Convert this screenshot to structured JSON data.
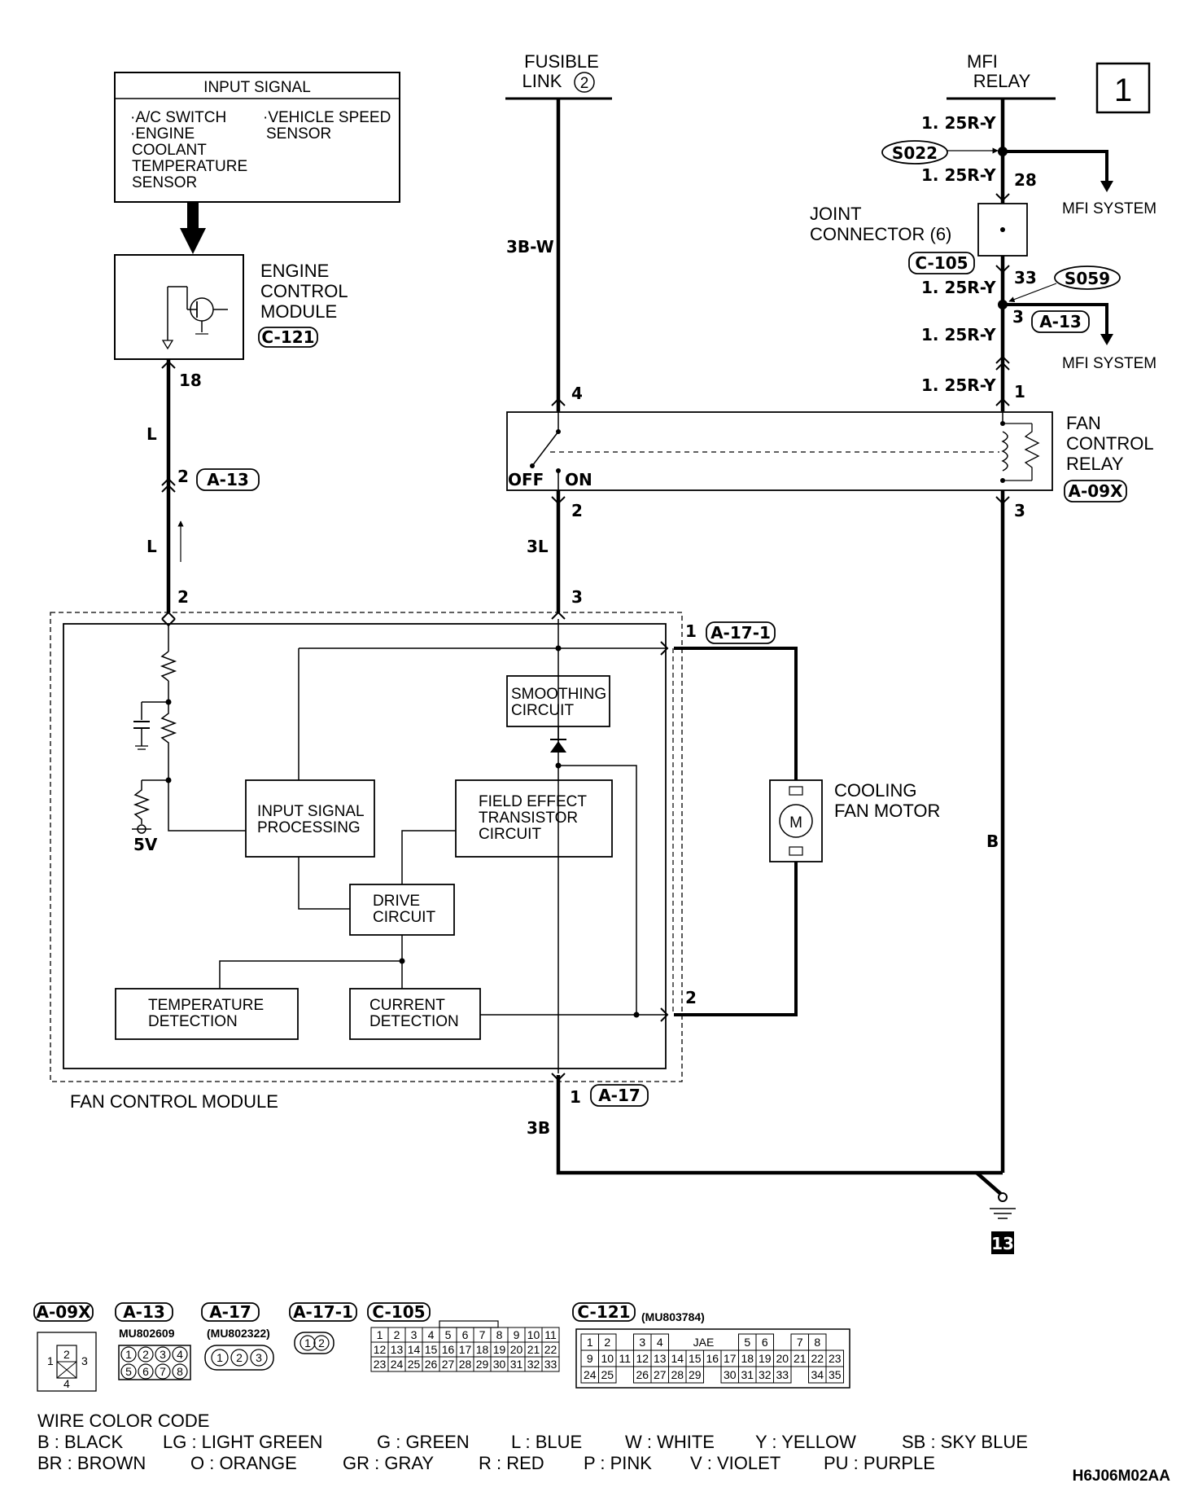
{
  "page_number": "1",
  "figure_code": "H6J06M02AA",
  "input_signal": {
    "title": "INPUT SIGNAL",
    "left_items": [
      "·A/C SWITCH",
      "·ENGINE",
      "COOLANT",
      "TEMPERATURE",
      "SENSOR"
    ],
    "right_items": [
      "·VEHICLE SPEED",
      "SENSOR"
    ]
  },
  "ecm": {
    "label_lines": [
      "ENGINE",
      "CONTROL",
      "MODULE"
    ],
    "connector": "C-121",
    "pin": "18"
  },
  "fusible_link": {
    "label_lines": [
      "FUSIBLE",
      "LINK"
    ],
    "number": "2"
  },
  "mfi_relay": {
    "label_lines": [
      "MFI",
      "RELAY"
    ],
    "wire_top": "1. 25R-Y",
    "splice_1": "S022",
    "wire_2": "1. 25R-Y",
    "pin_28": "28",
    "mfi_system_1": "MFI SYSTEM",
    "joint_lines": [
      "JOINT",
      "CONNECTOR (6)"
    ],
    "joint_connector": "C-105",
    "pin_33": "33",
    "splice_2": "S059",
    "wire_3": "1. 25R-Y",
    "pin_3": "3",
    "conn_a13": "A-13",
    "wire_4": "1. 25R-Y",
    "mfi_system_2": "MFI SYSTEM",
    "wire_5": "1. 25R-Y",
    "pin_1": "1"
  },
  "left_wire": {
    "color_1": "L",
    "pin_2": "2",
    "conn": "A-13",
    "color_2": "L",
    "pin_2b": "2"
  },
  "center_wire": {
    "color_top": "3B-W",
    "pin_4": "4",
    "off": "OFF",
    "on": "ON",
    "pin_2": "2",
    "color_mid": "3L",
    "pin_3": "3",
    "pin_1": "1",
    "conn_a17": "A-17",
    "color_bottom": "3B"
  },
  "fan_control_relay": {
    "label_lines": [
      "FAN",
      "CONTROL",
      "RELAY"
    ],
    "connector": "A-09X",
    "pin_3": "3",
    "wire_color": "B"
  },
  "ground_number": "13",
  "fan_control_module": {
    "label": "FAN CONTROL MODULE",
    "five_v": "5V",
    "blocks": {
      "smoothing": [
        "SMOOTHING",
        "CIRCUIT"
      ],
      "input_signal_processing": [
        "INPUT SIGNAL",
        "PROCESSING"
      ],
      "fet": [
        "FIELD EFFECT",
        "TRANSISTOR",
        "CIRCUIT"
      ],
      "drive": [
        "DRIVE",
        "CIRCUIT"
      ],
      "temperature": [
        "TEMPERATURE",
        "DETECTION"
      ],
      "current": [
        "CURRENT",
        "DETECTION"
      ]
    },
    "out_pin_1": "1",
    "out_conn": "A-17-1",
    "out_pin_2": "2"
  },
  "cooling_fan_motor": {
    "label_lines": [
      "COOLING",
      "FAN MOTOR"
    ],
    "symbol": "M"
  },
  "connectors_legend": {
    "a09x": {
      "name": "A-09X",
      "pins": [
        "1",
        "2",
        "3",
        "4"
      ]
    },
    "a13": {
      "name": "A-13",
      "part": "MU802609",
      "pins": [
        "1",
        "2",
        "3",
        "4",
        "5",
        "6",
        "7",
        "8"
      ]
    },
    "a17": {
      "name": "A-17",
      "part": "(MU802322)",
      "pins": [
        "1",
        "2",
        "3"
      ]
    },
    "a171": {
      "name": "A-17-1",
      "pins": [
        "1",
        "2"
      ]
    },
    "c105": {
      "name": "C-105",
      "rows": [
        [
          "1",
          "2",
          "3",
          "4",
          "5",
          "6",
          "7",
          "8",
          "9",
          "10",
          "11"
        ],
        [
          "12",
          "13",
          "14",
          "15",
          "16",
          "17",
          "18",
          "19",
          "20",
          "21",
          "22"
        ],
        [
          "23",
          "24",
          "25",
          "26",
          "27",
          "28",
          "29",
          "30",
          "31",
          "32",
          "33"
        ]
      ]
    },
    "c121": {
      "name": "C-121",
      "part": "(MU803784)",
      "jae": "JAE",
      "rows": [
        [
          "1",
          "2",
          "",
          "3",
          "4",
          "",
          "",
          "",
          "",
          "5",
          "6",
          "",
          "7",
          "8"
        ],
        [
          "9",
          "10",
          "11",
          "12",
          "13",
          "14",
          "15",
          "16",
          "17",
          "18",
          "19",
          "20",
          "21",
          "22",
          "23"
        ],
        [
          "24",
          "25",
          "",
          "26",
          "27",
          "28",
          "29",
          "",
          "30",
          "31",
          "32",
          "33",
          "",
          "34",
          "35"
        ]
      ]
    }
  },
  "wire_color_code": {
    "title": "WIRE COLOR CODE",
    "row1": [
      "B : BLACK",
      "LG : LIGHT GREEN",
      "G : GREEN",
      "L : BLUE",
      "W : WHITE",
      "Y : YELLOW",
      "SB : SKY BLUE"
    ],
    "row2": [
      "BR : BROWN",
      "O : ORANGE",
      "GR : GRAY",
      "R : RED",
      "P : PINK",
      "V : VIOLET",
      "PU : PURPLE"
    ]
  }
}
